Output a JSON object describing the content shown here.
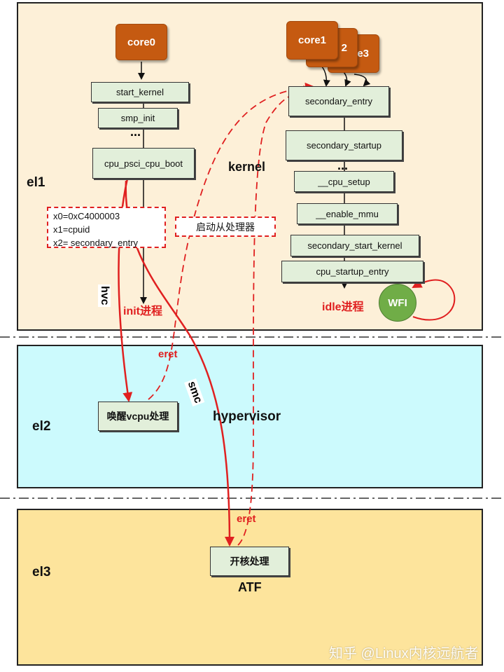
{
  "levels": {
    "el1": {
      "label": "el1",
      "sub": "kernel",
      "init_label": "init进程",
      "idle_label": "idle进程",
      "wfi": "WFI"
    },
    "el2": {
      "label": "el2",
      "sub": "hypervisor"
    },
    "el3": {
      "label": "el3",
      "sub": "ATF"
    }
  },
  "core0": "core0",
  "cores_other": [
    "core1",
    "2",
    "e3"
  ],
  "left_chain": [
    "start_kernel",
    "smp_init",
    "...",
    "cpu_psci_cpu_boot"
  ],
  "right_chain": [
    "secondary_entry",
    "secondary_startup",
    "...",
    "__cpu_setup",
    "__enable_mmu",
    "secondary_start_kernel",
    "cpu_startup_entry"
  ],
  "registers": [
    "x0=0xC4000003",
    "x1=cpuid",
    "x2= secondary_entry"
  ],
  "start_secondary": "启动从处理器",
  "el2_box": "唤醒vcpu处理",
  "el3_box": "开核处理",
  "arrows": {
    "hvc": "hvc",
    "smc": "smc",
    "eret_el2": "eret",
    "eret_el3": "eret"
  },
  "watermark": "知乎 @Linux内核远航者",
  "colors": {
    "el1": "#fdf0d8",
    "el2": "#ccfafd",
    "el3": "#fde49c",
    "box": "#e2efda",
    "core": "#c55a11",
    "arrow": "#e02020",
    "wfi": "#70ad47"
  }
}
